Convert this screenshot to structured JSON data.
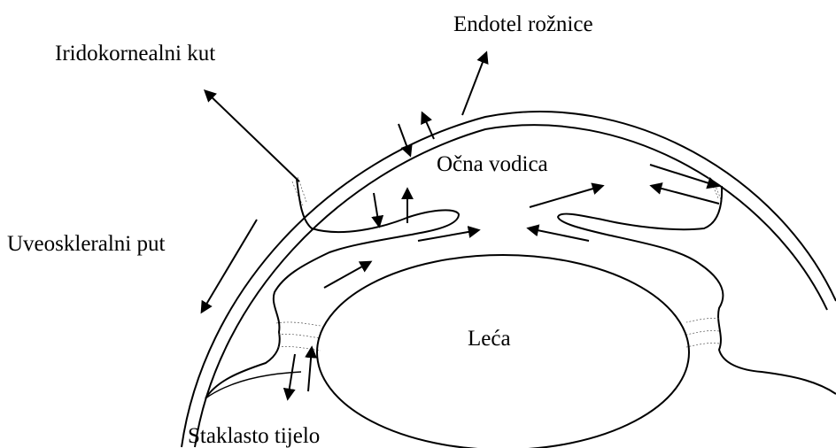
{
  "labels": {
    "cornea_endothelium": "Endotel rožnice",
    "iridocorneal_angle": "Iridokornealni kut",
    "aqueous_humor": "Očna vodica",
    "uveoscleral_path": "Uveoskleralni put",
    "lens": "Leća",
    "vitreous_body": "Staklasto tijelo"
  }
}
